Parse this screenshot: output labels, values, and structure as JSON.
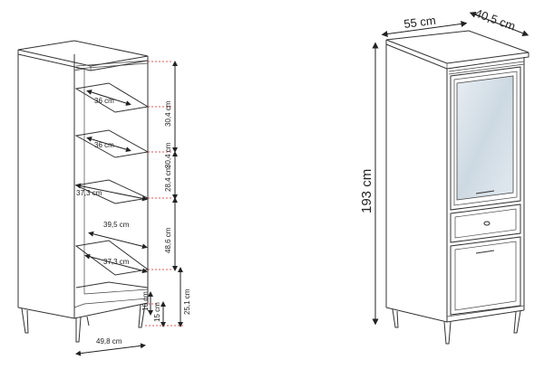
{
  "open_view": {
    "shelf_widths": [
      "36 cm",
      "36 cm"
    ],
    "shelf_depths": [
      "37,3 cm",
      "39,5 cm",
      "37,3 cm"
    ],
    "shelf_gaps": [
      "30,4 cm",
      "30,4 cm",
      "28,4 cm",
      "48,6 cm"
    ],
    "bottom_dims": [
      "10 cm",
      "15 cm",
      "25,1 cm"
    ],
    "base_width": "49,8 cm"
  },
  "closed_view": {
    "width": "55 cm",
    "depth": "40,5 cm",
    "height": "193 cm"
  },
  "colors": {
    "outline": "#333333",
    "glass": "#d9e3ea",
    "dimension": "#222222",
    "guides_red": "#cc2a2a"
  }
}
